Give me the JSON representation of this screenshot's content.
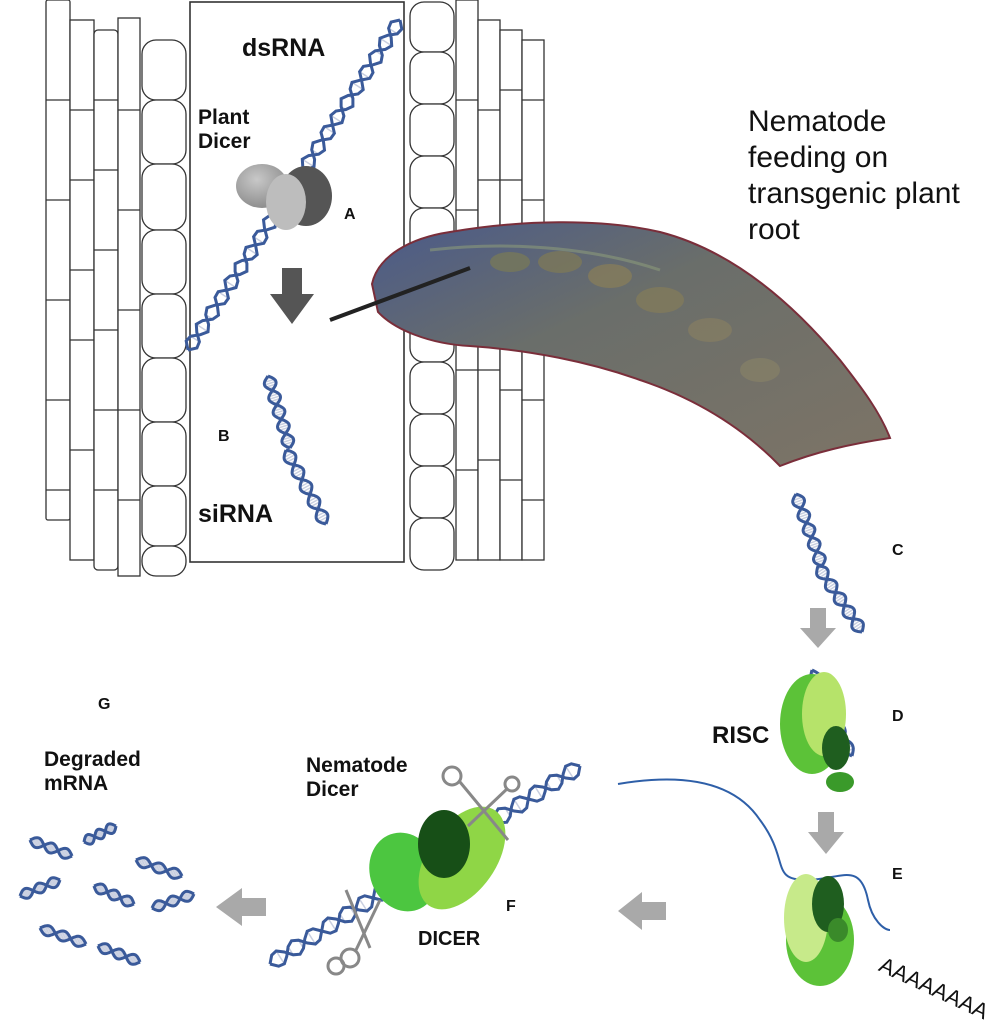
{
  "labels": {
    "dsrna": "dsRNA",
    "plant_dicer_line1": "Plant",
    "plant_dicer_line2": "Dicer",
    "a": "A",
    "b": "B",
    "sirna": "siRNA",
    "nematode_feeding_l1": "Nematode",
    "nematode_feeding_l2": "feeding on",
    "nematode_feeding_l3": "transgenic plant",
    "nematode_feeding_l4": "root",
    "c": "C",
    "d": "D",
    "risc": "RISC",
    "e": "E",
    "polya": "AAAAAAAA",
    "f": "F",
    "dicer": "DICER",
    "nematode_dicer_line1": "Nematode",
    "nematode_dicer_line2": "Dicer",
    "g": "G",
    "degraded_line1": "Degraded",
    "degraded_line2": "mRNA"
  },
  "colors": {
    "dna_strand": "#3a5a9a",
    "dna_rung": "#c9cfe0",
    "arrow_dark": "#555555",
    "arrow_light": "#a9a9a9",
    "green_light": "#b6e36a",
    "green_mid": "#5cc238",
    "green_dark": "#1f5e1f",
    "nematode": "#55607a",
    "mrna": "#2e5fa8"
  }
}
